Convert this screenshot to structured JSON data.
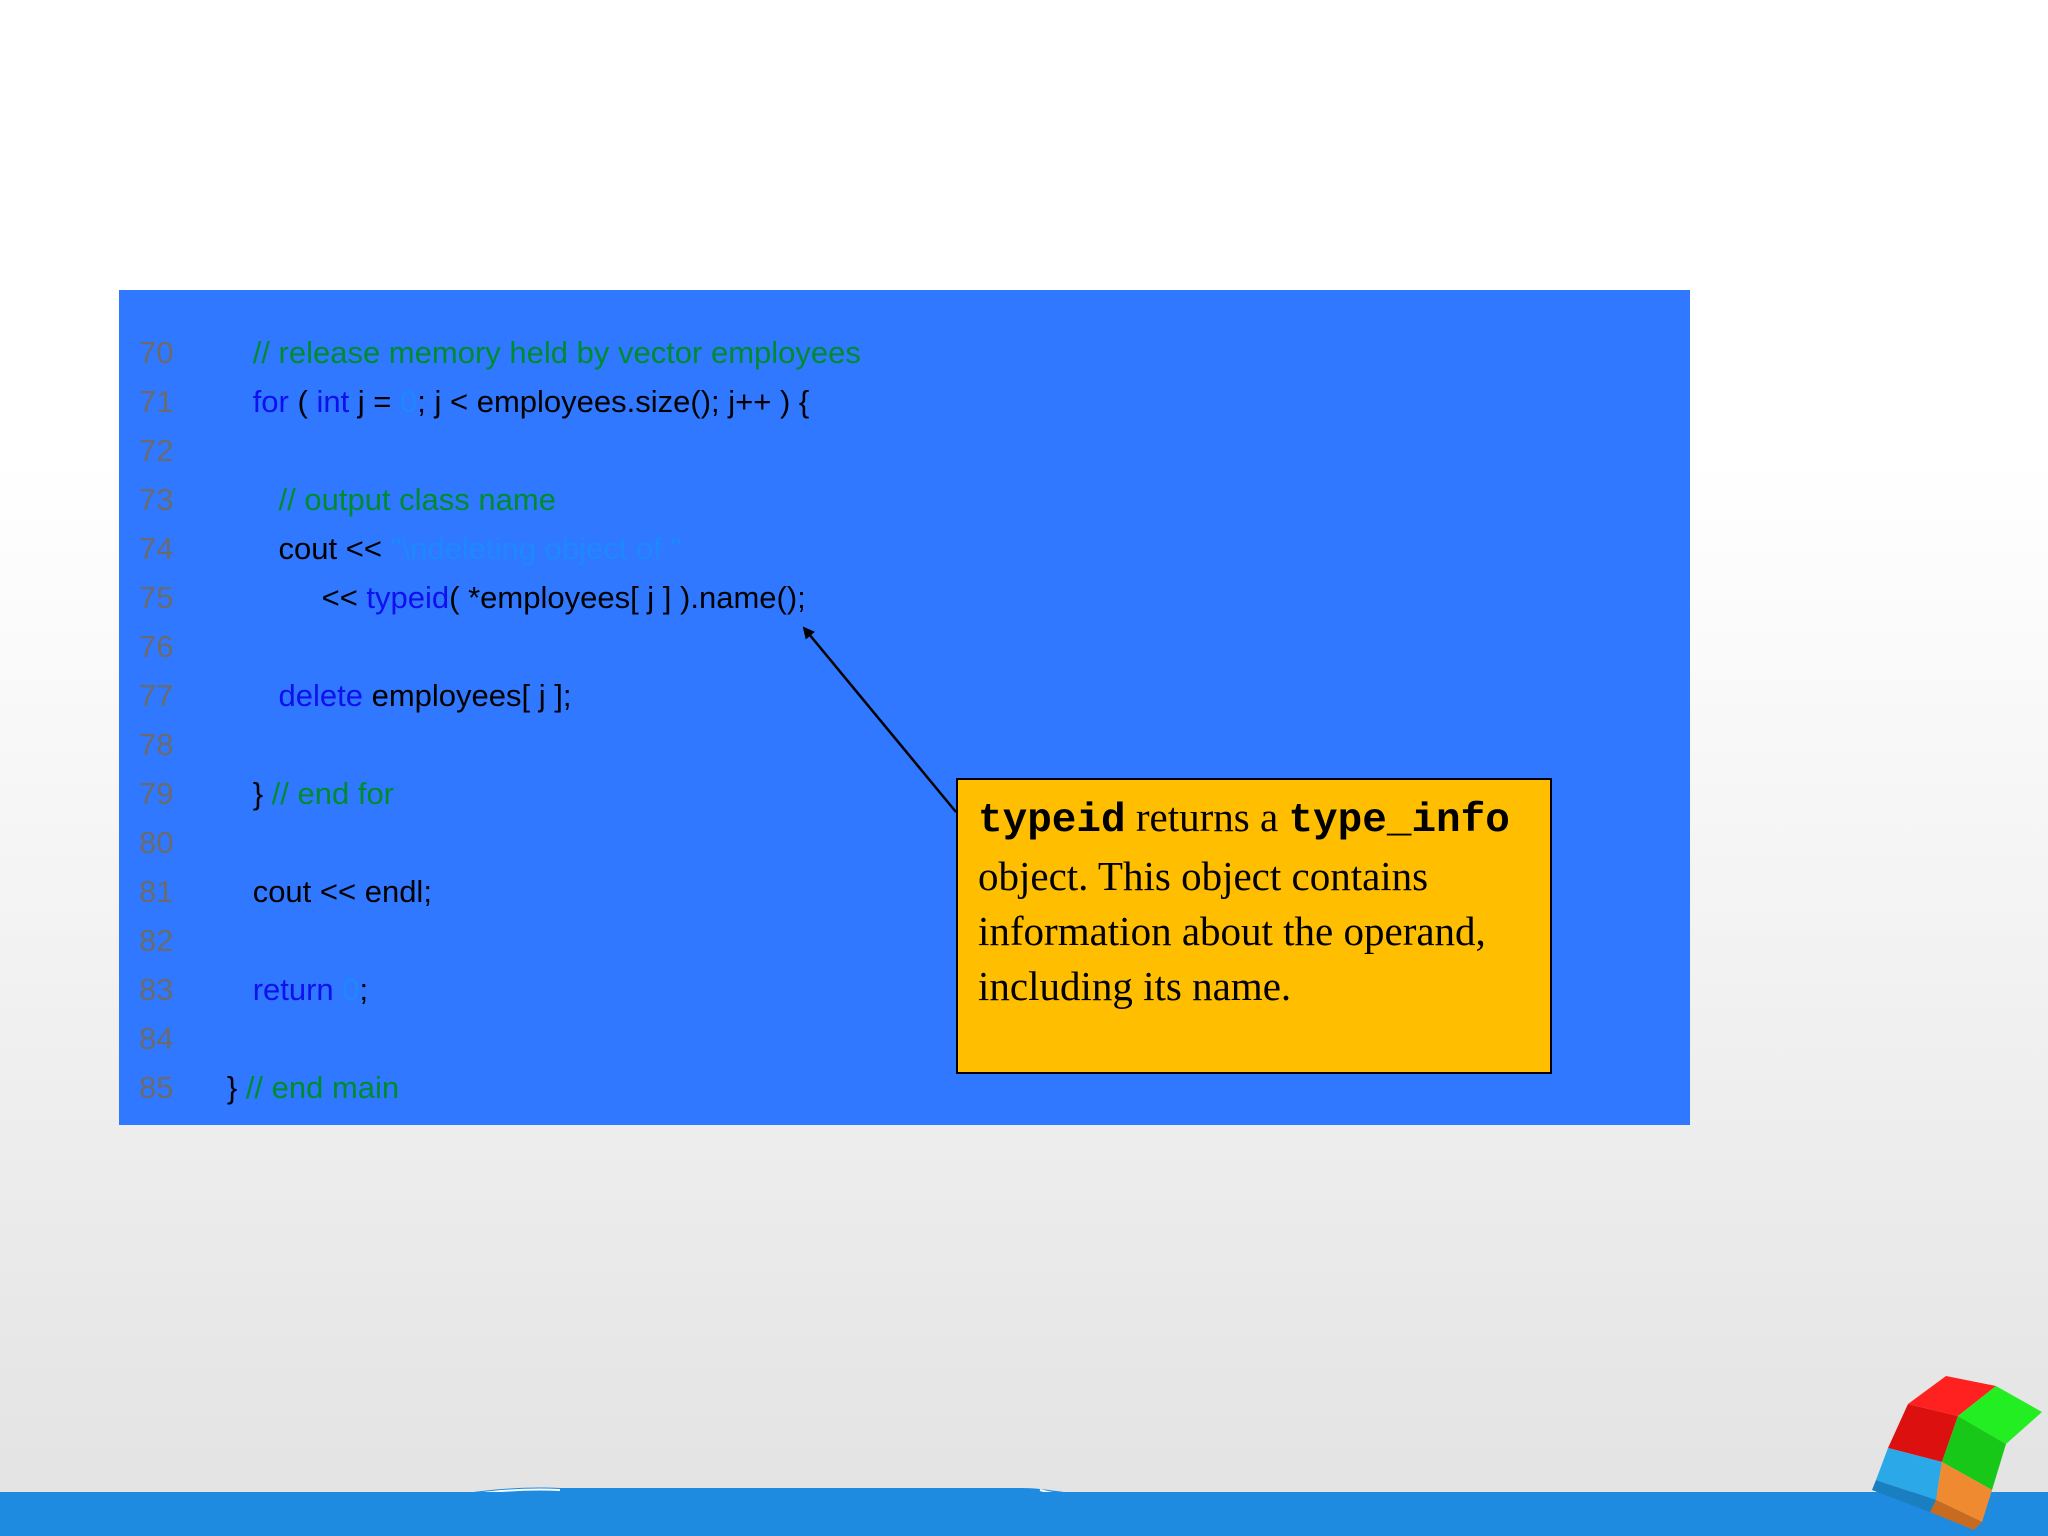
{
  "code": {
    "lines": [
      {
        "no": "70",
        "indent": "      ",
        "tokens": [
          {
            "t": "comment",
            "s": "// release memory held by vector employees"
          }
        ]
      },
      {
        "no": "71",
        "indent": "      ",
        "tokens": [
          {
            "t": "keyword",
            "s": "for"
          },
          {
            "t": "plain",
            "s": " ( "
          },
          {
            "t": "keyword",
            "s": "int"
          },
          {
            "t": "plain",
            "s": " j = "
          },
          {
            "t": "literal",
            "s": "0"
          },
          {
            "t": "plain",
            "s": "; j < employees.size(); j++ ) {"
          }
        ]
      },
      {
        "no": "72",
        "indent": "",
        "tokens": []
      },
      {
        "no": "73",
        "indent": "         ",
        "tokens": [
          {
            "t": "comment",
            "s": "// output class name"
          }
        ]
      },
      {
        "no": "74",
        "indent": "         ",
        "tokens": [
          {
            "t": "plain",
            "s": "cout << "
          },
          {
            "t": "literal",
            "s": "\"\\ndeleting object of \""
          }
        ]
      },
      {
        "no": "75",
        "indent": "              ",
        "tokens": [
          {
            "t": "plain",
            "s": "<< "
          },
          {
            "t": "keyword",
            "s": "typeid"
          },
          {
            "t": "plain",
            "s": "( *employees[ j ] ).name();"
          }
        ]
      },
      {
        "no": "76",
        "indent": "",
        "tokens": []
      },
      {
        "no": "77",
        "indent": "         ",
        "tokens": [
          {
            "t": "keyword",
            "s": "delete"
          },
          {
            "t": "plain",
            "s": " employees[ j ];"
          }
        ]
      },
      {
        "no": "78",
        "indent": "",
        "tokens": []
      },
      {
        "no": "79",
        "indent": "      ",
        "tokens": [
          {
            "t": "plain",
            "s": "} "
          },
          {
            "t": "comment",
            "s": "// end for"
          }
        ]
      },
      {
        "no": "80",
        "indent": "",
        "tokens": []
      },
      {
        "no": "81",
        "indent": "      ",
        "tokens": [
          {
            "t": "plain",
            "s": "cout << endl;"
          }
        ]
      },
      {
        "no": "82",
        "indent": "",
        "tokens": []
      },
      {
        "no": "83",
        "indent": "      ",
        "tokens": [
          {
            "t": "keyword",
            "s": "return"
          },
          {
            "t": "plain",
            "s": " "
          },
          {
            "t": "literal",
            "s": "0"
          },
          {
            "t": "plain",
            "s": ";"
          }
        ]
      },
      {
        "no": "84",
        "indent": "",
        "tokens": []
      },
      {
        "no": "85",
        "indent": "   ",
        "tokens": [
          {
            "t": "plain",
            "s": "} "
          },
          {
            "t": "comment",
            "s": "// end main"
          }
        ]
      }
    ]
  },
  "callout": {
    "term1": "typeid",
    "text1": " returns a ",
    "term2": "type_info",
    "text2": " object. This object contains information about the operand, including its name."
  },
  "colors": {
    "panel": "#2f78ff",
    "comment": "#008c2e",
    "keyword": "#1010ee",
    "literal": "#1e88ff",
    "callout_bg": "#ffbe00",
    "footer": "#1f8be0"
  },
  "icons": {
    "logo": "multicolor-cube-logo-icon"
  }
}
